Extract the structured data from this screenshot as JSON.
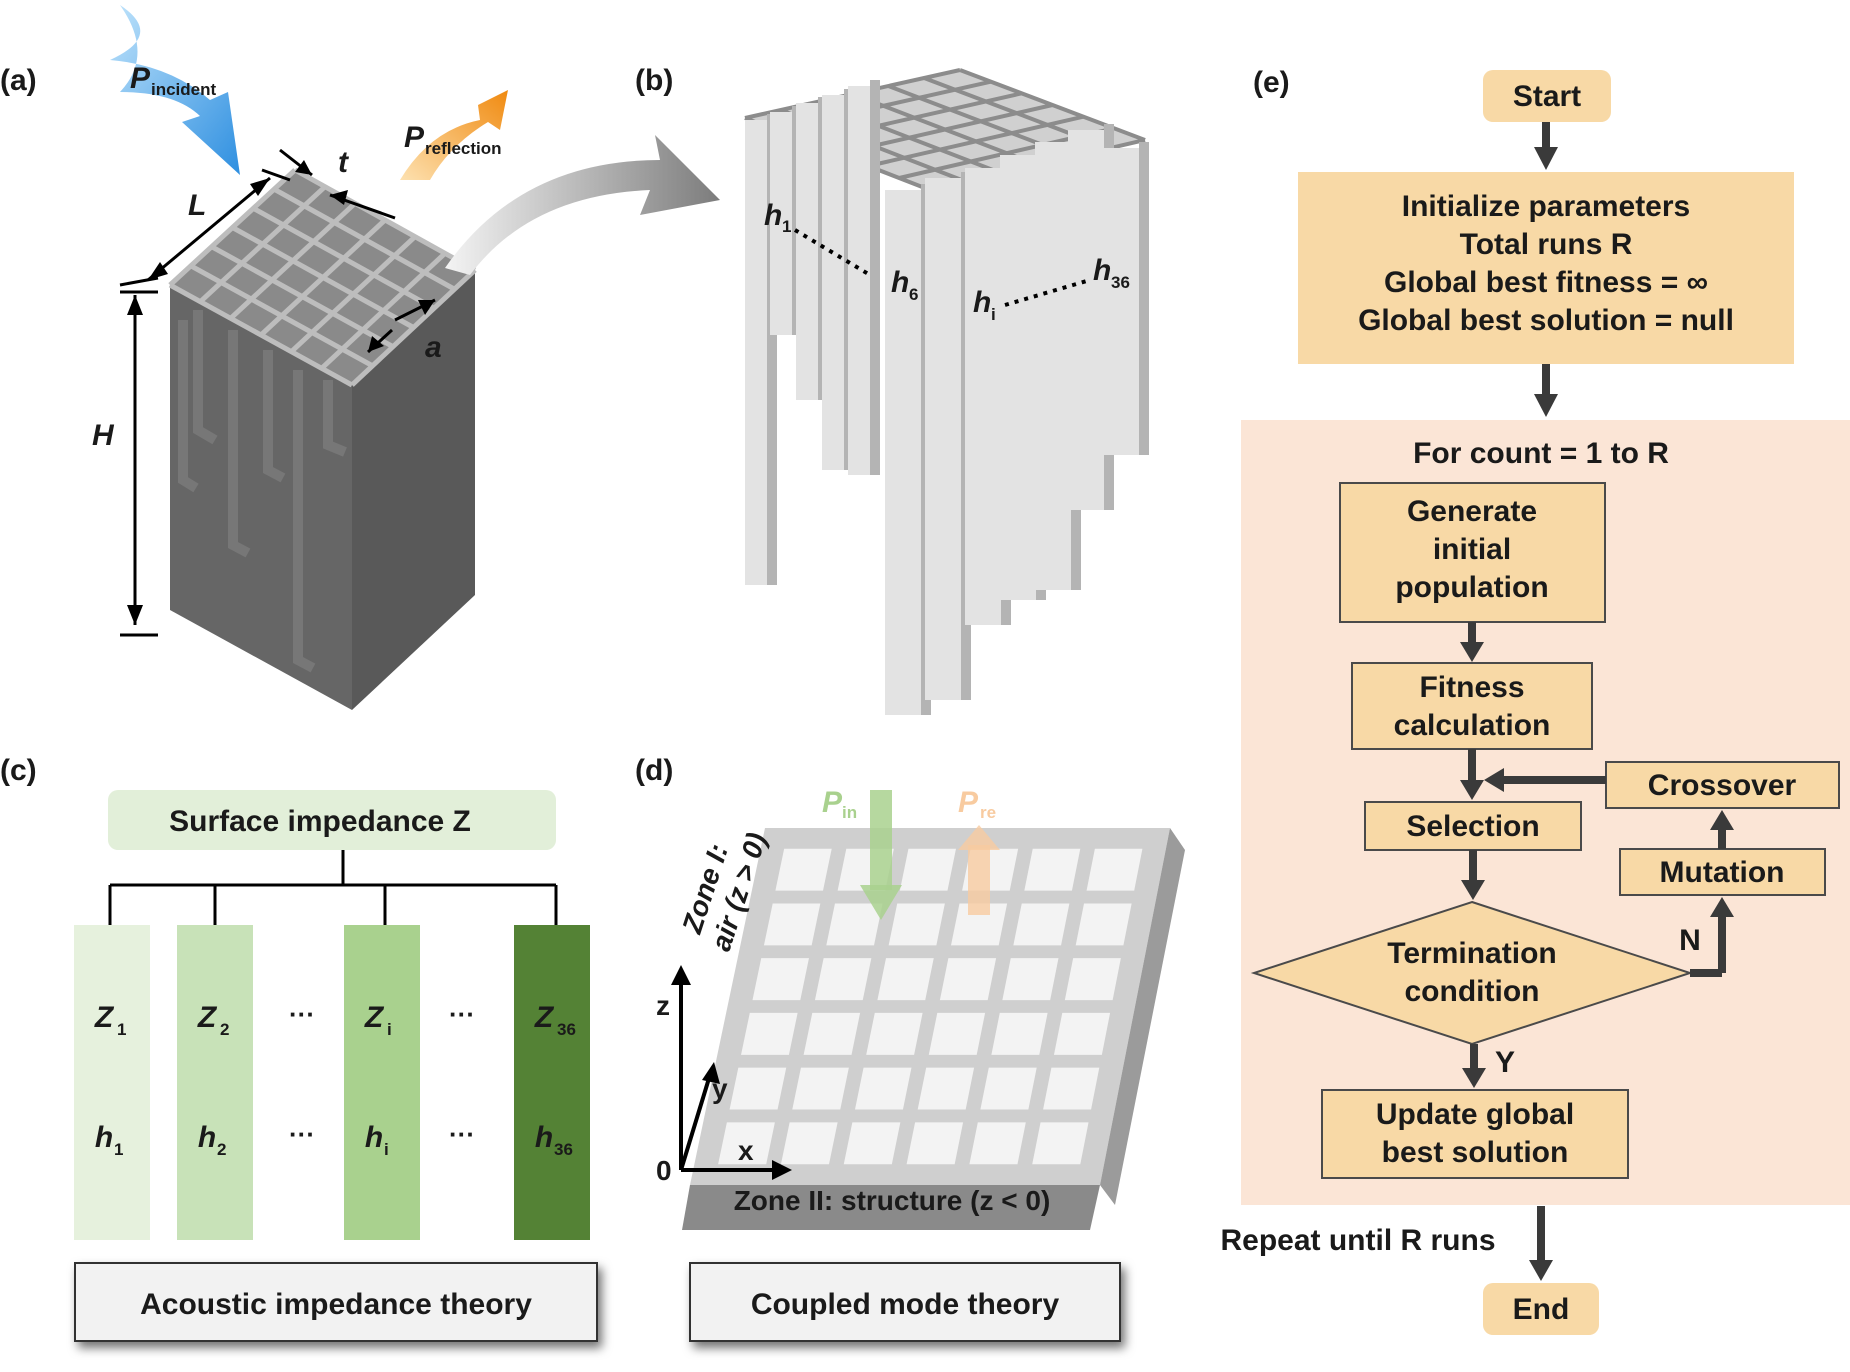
{
  "panels": {
    "a": "(a)",
    "b": "(b)",
    "c": "(c)",
    "d": "(d)",
    "e": "(e)"
  },
  "panel_a": {
    "p_incident": "P",
    "p_incident_sub": "incident",
    "p_reflection": "P",
    "p_reflection_sub": "reflection",
    "L": "L",
    "t": "t",
    "H": "H",
    "a": "a"
  },
  "panel_b": {
    "h1": "h",
    "h1_sub": "1",
    "h6": "h",
    "h6_sub": "6",
    "hi": "h",
    "hi_sub": "i",
    "h36": "h",
    "h36_sub": "36"
  },
  "panel_c": {
    "title": "Surface impedance Z",
    "columns": [
      {
        "z": "Z",
        "z_sub": "1",
        "h": "h",
        "h_sub": "1",
        "color": "#e6f1dd"
      },
      {
        "z": "Z",
        "z_sub": "2",
        "h": "h",
        "h_sub": "2",
        "color": "#c8e2b8"
      },
      {
        "z": "Z",
        "z_sub": "i",
        "h": "h",
        "h_sub": "i",
        "color": "#a9d18e"
      },
      {
        "z": "Z",
        "z_sub": "36",
        "h": "h",
        "h_sub": "36",
        "color": "#548235"
      }
    ],
    "ellipsis": "···",
    "footer": "Acoustic impedance theory"
  },
  "panel_d": {
    "p_in": "P",
    "p_in_sub": "in",
    "p_re": "P",
    "p_re_sub": "re",
    "zone1_a": "Zone I:",
    "zone1_b": "air (z > 0)",
    "axis_z": "z",
    "axis_y": "y",
    "axis_x": "x",
    "origin": "0",
    "zone2": "Zone II: structure (z < 0)",
    "footer": "Coupled mode theory"
  },
  "flow": {
    "start": "Start",
    "init": [
      "Initialize parameters",
      "Total runs R",
      "Global best fitness = ∞",
      "Global best solution = null"
    ],
    "loop": "For count = 1 to R",
    "gen": [
      "Generate",
      "initial",
      "population"
    ],
    "fitness": [
      "Fitness",
      "calculation"
    ],
    "selection": "Selection",
    "crossover": "Crossover",
    "mutation": "Mutation",
    "termination": [
      "Termination",
      "condition"
    ],
    "n": "N",
    "y": "Y",
    "update": [
      "Update global",
      "best solution"
    ],
    "repeat": "Repeat until R runs",
    "end": "End"
  }
}
